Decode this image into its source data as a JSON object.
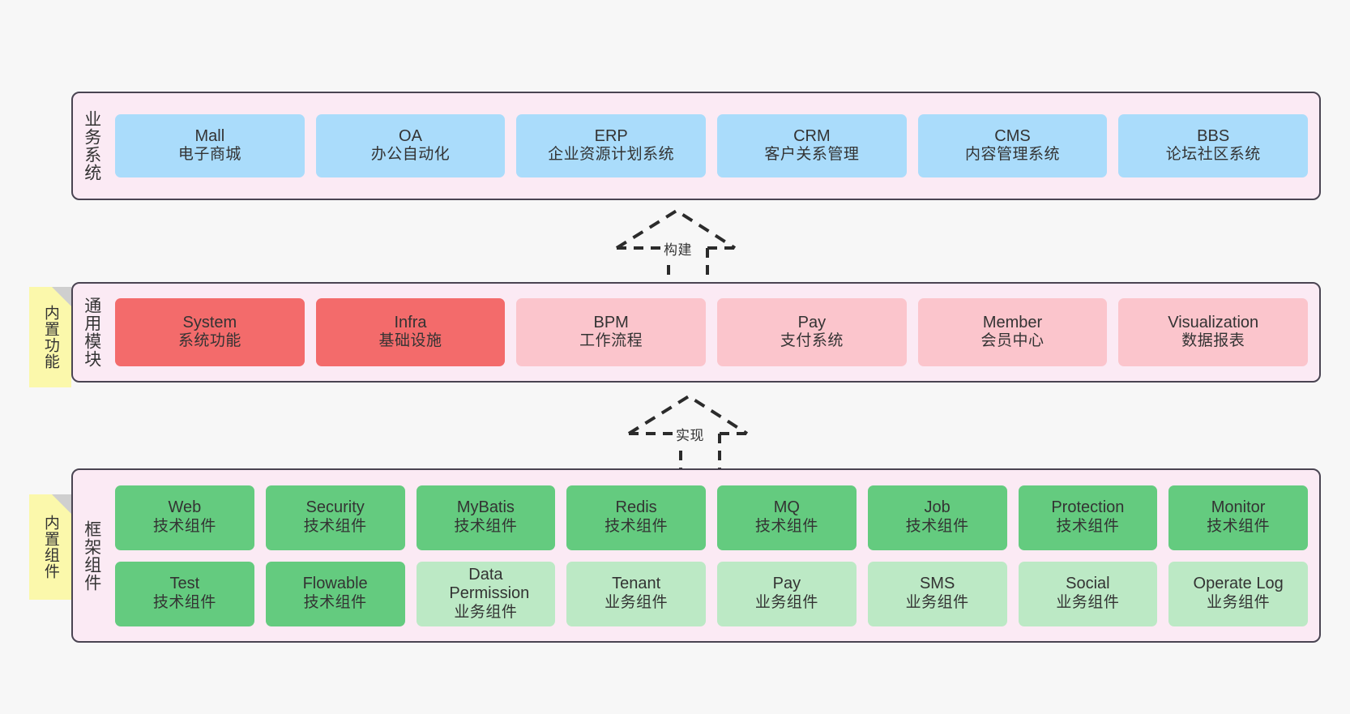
{
  "diagram": {
    "title_hidden": "",
    "background_color": "#f7f7f7",
    "layer_fill": "#fbeaf4",
    "layer_border": "#4a4452",
    "note_fill": "#fbf8ab"
  },
  "layers": [
    {
      "id": "business-system",
      "label": "业务系统",
      "node_color": "#aadcfb",
      "nodes": [
        {
          "en": "Mall",
          "cn": "电子商城"
        },
        {
          "en": "OA",
          "cn": "办公自动化"
        },
        {
          "en": "ERP",
          "cn": "企业资源计划系统"
        },
        {
          "en": "CRM",
          "cn": "客户关系管理"
        },
        {
          "en": "CMS",
          "cn": "内容管理系统"
        },
        {
          "en": "BBS",
          "cn": "论坛社区系统"
        }
      ]
    },
    {
      "id": "common-module",
      "label": "通用模块",
      "node_color_strong": "#f36b6b",
      "node_color_light": "#fbc5cc",
      "nodes": [
        {
          "en": "System",
          "cn": "系统功能",
          "emphasis": "strong"
        },
        {
          "en": "Infra",
          "cn": "基础设施",
          "emphasis": "strong"
        },
        {
          "en": "BPM",
          "cn": "工作流程",
          "emphasis": "light"
        },
        {
          "en": "Pay",
          "cn": "支付系统",
          "emphasis": "light"
        },
        {
          "en": "Member",
          "cn": "会员中心",
          "emphasis": "light"
        },
        {
          "en": "Visualization",
          "cn": "数据报表",
          "emphasis": "light"
        }
      ]
    },
    {
      "id": "framework-component",
      "label": "框架组件",
      "node_color_tech": "#64cb7f",
      "node_color_biz": "#bce9c5",
      "row1": [
        {
          "en": "Web",
          "cn": "技术组件",
          "kind": "tech"
        },
        {
          "en": "Security",
          "cn": "技术组件",
          "kind": "tech"
        },
        {
          "en": "MyBatis",
          "cn": "技术组件",
          "kind": "tech"
        },
        {
          "en": "Redis",
          "cn": "技术组件",
          "kind": "tech"
        },
        {
          "en": "MQ",
          "cn": "技术组件",
          "kind": "tech"
        },
        {
          "en": "Job",
          "cn": "技术组件",
          "kind": "tech"
        },
        {
          "en": "Protection",
          "cn": "技术组件",
          "kind": "tech"
        },
        {
          "en": "Monitor",
          "cn": "技术组件",
          "kind": "tech"
        }
      ],
      "row2": [
        {
          "en": "Test",
          "cn": "技术组件",
          "kind": "tech"
        },
        {
          "en": "Flowable",
          "cn": "技术组件",
          "kind": "tech"
        },
        {
          "en": "Data Permission",
          "cn": "业务组件",
          "kind": "biz"
        },
        {
          "en": "Tenant",
          "cn": "业务组件",
          "kind": "biz"
        },
        {
          "en": "Pay",
          "cn": "业务组件",
          "kind": "biz"
        },
        {
          "en": "SMS",
          "cn": "业务组件",
          "kind": "biz"
        },
        {
          "en": "Social",
          "cn": "业务组件",
          "kind": "biz"
        },
        {
          "en": "Operate Log",
          "cn": "业务组件",
          "kind": "biz"
        }
      ]
    }
  ],
  "notes": [
    {
      "id": "builtin-function",
      "label": "内置功能"
    },
    {
      "id": "builtin-component",
      "label": "内置组件"
    }
  ],
  "connectors": [
    {
      "id": "build",
      "label": "构建",
      "style": "dashed-generalization",
      "direction": "up"
    },
    {
      "id": "implement",
      "label": "实现",
      "style": "dashed-generalization",
      "direction": "up"
    }
  ]
}
